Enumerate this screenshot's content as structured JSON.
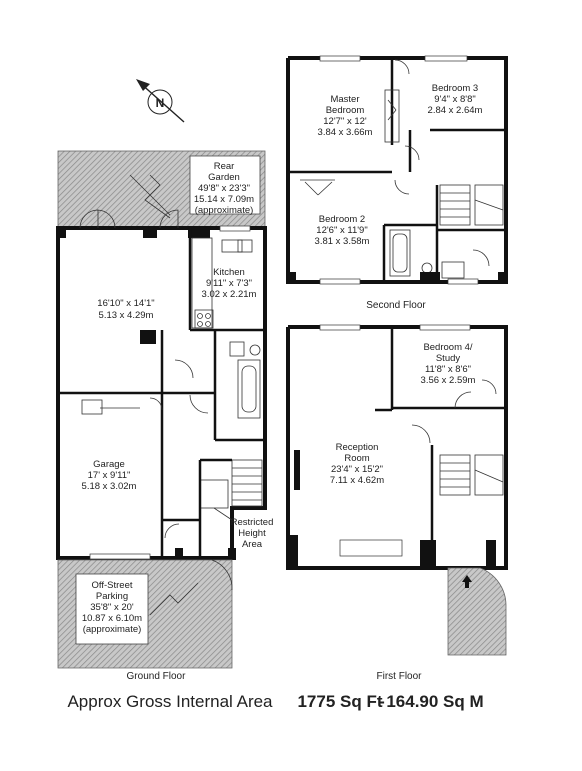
{
  "rooms": {
    "rear_garden": {
      "name": "Rear Garden",
      "name_l1": "Rear",
      "name_l2": "Garden",
      "imperial": "49'8\" x 23'3\"",
      "metric": "15.14 x 7.09m",
      "note": "(approximate)"
    },
    "living": {
      "imperial": "16'10\" x 14'1\"",
      "metric": "5.13 x 4.29m"
    },
    "kitchen": {
      "name": "Kitchen",
      "imperial": "9'11\" x 7'3\"",
      "metric": "3.02 x 2.21m"
    },
    "garage": {
      "name": "Garage",
      "imperial": "17' x 9'11\"",
      "metric": "5.18 x 3.02m"
    },
    "restricted": {
      "l1": "Restricted",
      "l2": "Height",
      "l3": "Area"
    },
    "parking": {
      "l1": "Off-Street",
      "l2": "Parking",
      "imperial": "35'8\" x 20'",
      "metric": "10.87 x 6.10m",
      "note": "(approximate)"
    },
    "master": {
      "l1": "Master",
      "l2": "Bedroom",
      "imperial": "12'7\" x 12'",
      "metric": "3.84 x 3.66m"
    },
    "bed3": {
      "name": "Bedroom 3",
      "imperial": "9'4\" x 8'8\"",
      "metric": "2.84 x 2.64m"
    },
    "bed2": {
      "name": "Bedroom 2",
      "imperial": "12'6\" x 11'9\"",
      "metric": "3.81 x 3.58m"
    },
    "bed4": {
      "l1": "Bedroom 4/",
      "l2": "Study",
      "imperial": "11'8\" x 8'6\"",
      "metric": "3.56 x 2.59m"
    },
    "reception": {
      "l1": "Reception",
      "l2": "Room",
      "imperial": "23'4\" x 15'2\"",
      "metric": "7.11 x 4.62m"
    }
  },
  "floors": {
    "ground": "Ground Floor",
    "first": "First Floor",
    "second": "Second Floor"
  },
  "compass": {
    "letter": "N"
  },
  "summary": {
    "label": "Approx Gross Internal Area",
    "sqft": "1775 Sq Ft",
    "separator": "-",
    "sqm": "164.90 Sq M"
  },
  "colors": {
    "wall": "#111111",
    "hatch": "#9a9a9a",
    "background": "#ffffff"
  }
}
